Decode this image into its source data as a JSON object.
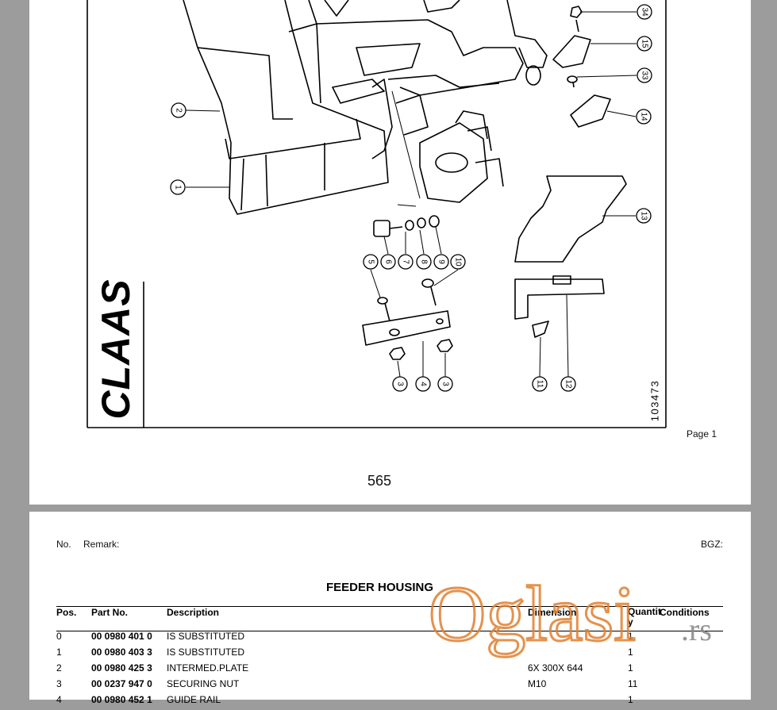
{
  "diagram": {
    "logo": "CLAAS",
    "drawing_number": "103473",
    "callouts": [
      "34",
      "15",
      "33",
      "14",
      "2",
      "1",
      "13",
      "5",
      "6",
      "7",
      "8",
      "9",
      "10",
      "11",
      "12",
      "3",
      "4",
      "3"
    ]
  },
  "page1": {
    "page_label": "Page 1",
    "page_number": "565"
  },
  "page2": {
    "no_label": "No.",
    "remark_label": "Remark:",
    "bgz_label": "BGZ:",
    "title": "FEEDER HOUSING",
    "columns": {
      "pos": "Pos.",
      "part": "Part No.",
      "desc": "Description",
      "dim": "Dimension",
      "qty": "Quantit y",
      "cond": "Conditions"
    },
    "rows": [
      {
        "pos": "0",
        "part": "00 0980 401 0",
        "desc": "IS SUBSTITUTED",
        "dim": "",
        "qty": "1"
      },
      {
        "pos": "1",
        "part": "00 0980 403 3",
        "desc": "IS SUBSTITUTED",
        "dim": "",
        "qty": "1"
      },
      {
        "pos": "2",
        "part": "00 0980 425 3",
        "desc": "INTERMED.PLATE",
        "dim": "6X 300X 644",
        "qty": "1"
      },
      {
        "pos": "3",
        "part": "00 0237 947 0",
        "desc": "SECURING NUT",
        "dim": "M10",
        "qty": "11"
      },
      {
        "pos": "4",
        "part": "00 0980 452 1",
        "desc": "GUIDE RAIL",
        "dim": "",
        "qty": "1"
      }
    ]
  },
  "watermark": {
    "text": "Oglasi",
    "suffix": ".rs"
  },
  "colors": {
    "background": "#9c9c9c",
    "page": "#ffffff",
    "watermark": "#e07f2e"
  }
}
